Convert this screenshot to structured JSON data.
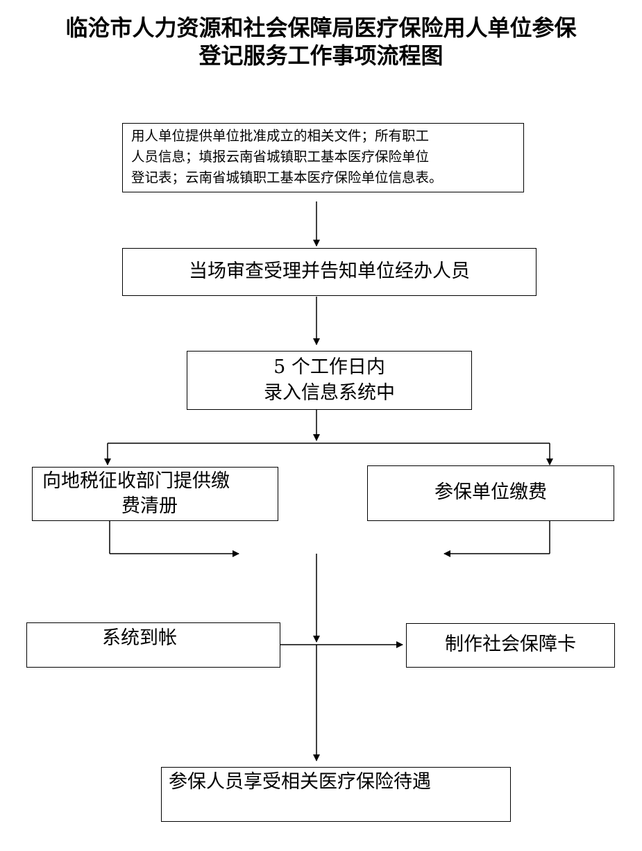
{
  "title": {
    "line1": "临沧市人力资源和社会保障局医疗保险用人单位参保",
    "line2": "登记服务工作事项流程图"
  },
  "steps": {
    "submit": {
      "line1": "用人单位提供单位批准成立的相关文件；所有职工",
      "line2": "人员信息；填报云南省城镇职工基本医疗保险单位",
      "line3": "登记表；云南省城镇职工基本医疗保险单位信息表。"
    },
    "review": "当场审查受理并告知单位经办人员",
    "entry": {
      "line1": "5 个工作日内",
      "line2": "录入信息系统中"
    },
    "tax_list": {
      "line1": "向地税征收部门提供缴",
      "line2": "费清册"
    },
    "payment": "参保单位缴费",
    "arrival": "系统到帐",
    "card": "制作社会保障卡",
    "benefit": "参保人员享受相关医疗保险待遇"
  }
}
